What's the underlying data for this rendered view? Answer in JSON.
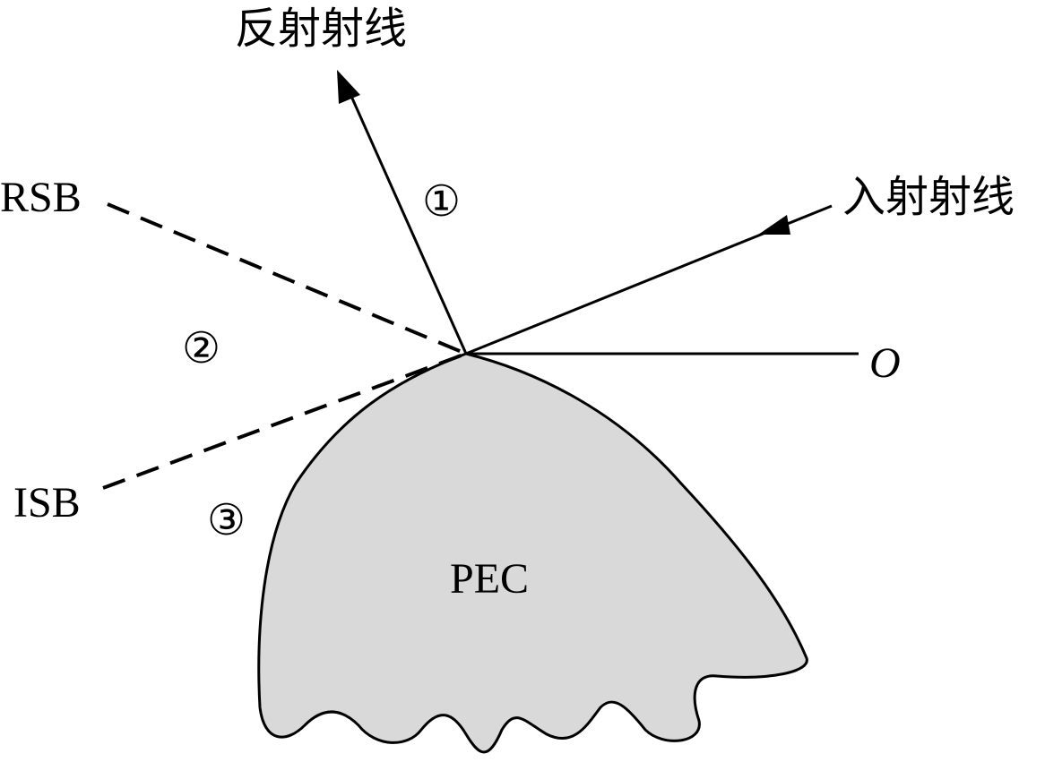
{
  "labels": {
    "reflected_ray": "反射射线",
    "incident_ray": "入射射线",
    "rsb": "RSB",
    "isb": "ISB",
    "origin": "O",
    "pec": "PEC"
  },
  "regions": {
    "region_1": "①",
    "region_2": "②",
    "region_3": "③"
  },
  "colors": {
    "pec_fill": "#d9d9d9",
    "stroke": "#000000"
  }
}
